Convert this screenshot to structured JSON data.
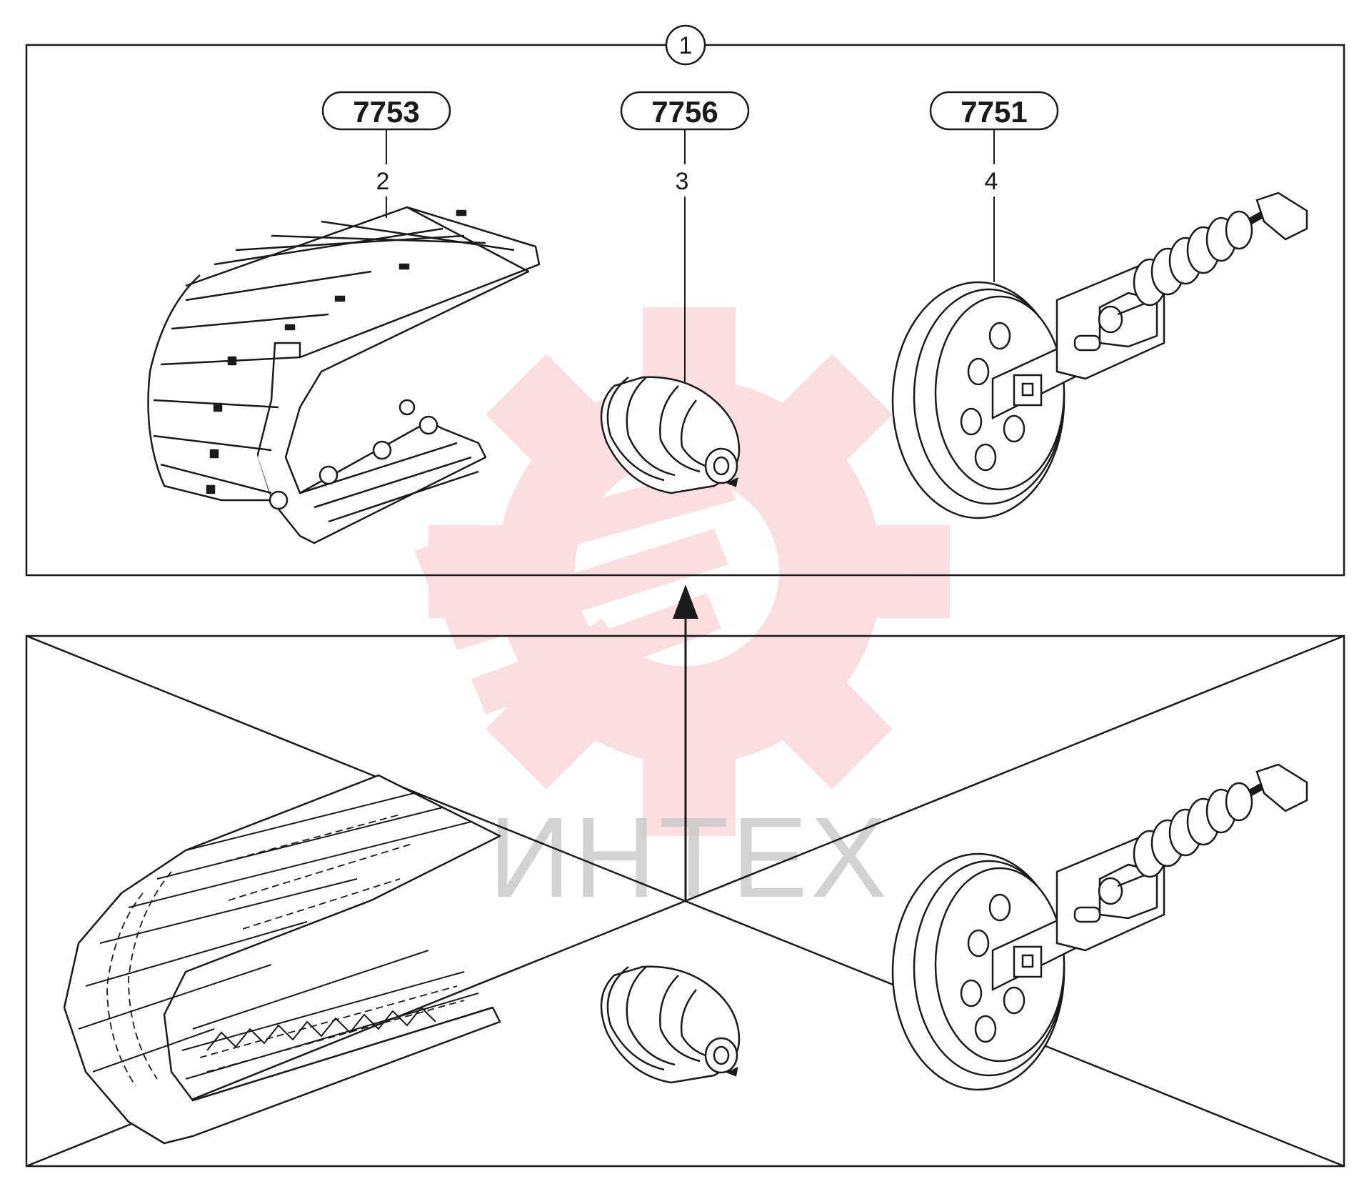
{
  "assembly_callout": "1",
  "parts": [
    {
      "code": "7753",
      "item": "2",
      "part_icon": "steel-track-icon"
    },
    {
      "code": "7756",
      "item": "3",
      "part_icon": "track-roller-icon"
    },
    {
      "code": "7751",
      "item": "4",
      "part_icon": "front-idler-icon"
    }
  ],
  "watermark": {
    "text": "ИНТЕХ",
    "color": "#e8202a",
    "text_color": "#c8c8c8"
  },
  "colors": {
    "line": "#1a1a1a",
    "background": "#ffffff"
  }
}
